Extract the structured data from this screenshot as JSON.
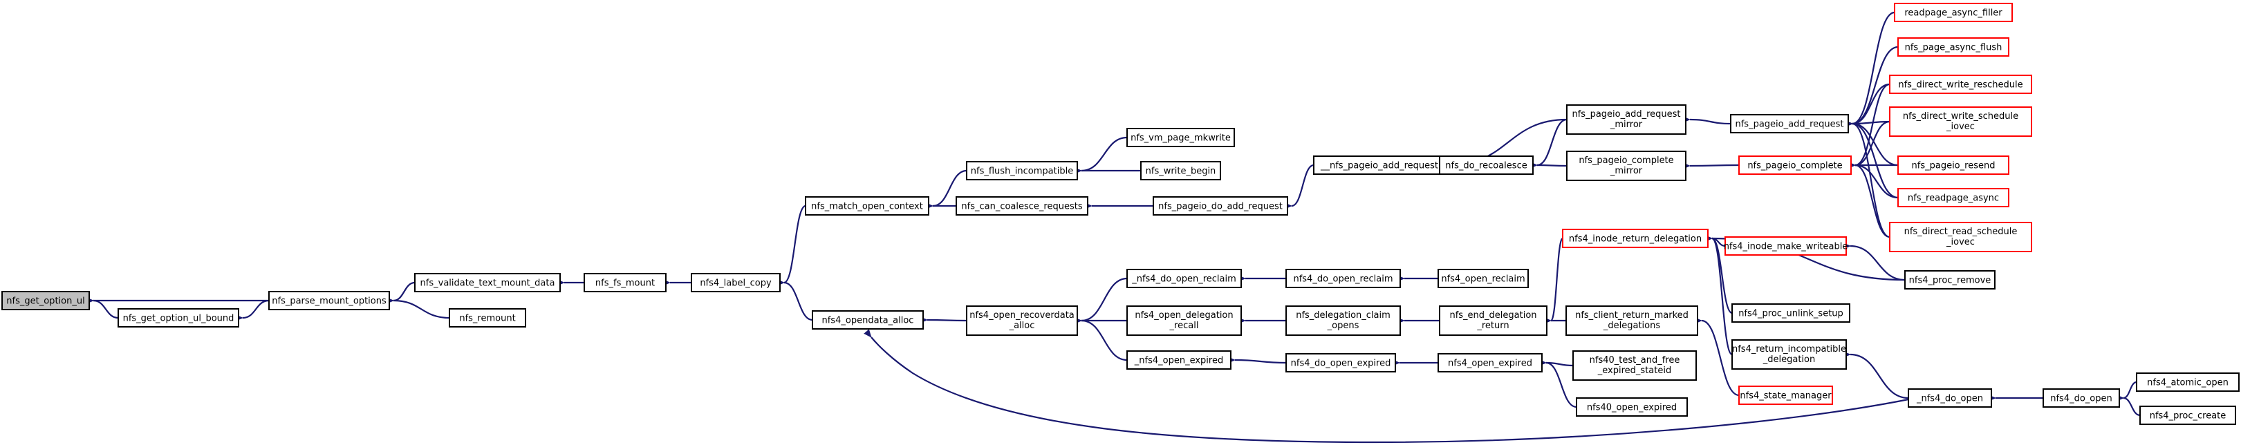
{
  "colors": {
    "edge": "#191970",
    "node_border": "#000000",
    "node_fill": "#ffffff",
    "truncated_border": "#ff0000",
    "focus_fill": "#bfbfbf"
  },
  "nodes": [
    {
      "id": "n0",
      "lines": [
        "nfs_get_option_ul"
      ],
      "style": "focus"
    },
    {
      "id": "n1",
      "lines": [
        "nfs_get_option_ul_bound"
      ],
      "style": "normal"
    },
    {
      "id": "n2",
      "lines": [
        "nfs_parse_mount_options"
      ],
      "style": "normal"
    },
    {
      "id": "n3",
      "lines": [
        "nfs_validate_text_mount_data"
      ],
      "style": "normal"
    },
    {
      "id": "n4",
      "lines": [
        "nfs_remount"
      ],
      "style": "normal"
    },
    {
      "id": "n5",
      "lines": [
        "nfs_fs_mount"
      ],
      "style": "normal"
    },
    {
      "id": "n6",
      "lines": [
        "nfs4_label_copy"
      ],
      "style": "normal"
    },
    {
      "id": "n7",
      "lines": [
        "nfs_match_open_context"
      ],
      "style": "normal"
    },
    {
      "id": "n8",
      "lines": [
        "nfs4_opendata_alloc"
      ],
      "style": "normal"
    },
    {
      "id": "n9",
      "lines": [
        "nfs_flush_incompatible"
      ],
      "style": "normal"
    },
    {
      "id": "n10",
      "lines": [
        "nfs_can_coalesce_requests"
      ],
      "style": "normal"
    },
    {
      "id": "n11",
      "lines": [
        "nfs_vm_page_mkwrite"
      ],
      "style": "normal"
    },
    {
      "id": "n12",
      "lines": [
        "nfs_write_begin"
      ],
      "style": "normal"
    },
    {
      "id": "n13",
      "lines": [
        "nfs_pageio_do_add_request"
      ],
      "style": "normal"
    },
    {
      "id": "n14",
      "lines": [
        "__nfs_pageio_add_request"
      ],
      "style": "normal"
    },
    {
      "id": "n15",
      "lines": [
        "nfs_do_recoalesce"
      ],
      "style": "normal"
    },
    {
      "id": "n16",
      "lines": [
        "nfs_pageio_add_request",
        "_mirror"
      ],
      "style": "normal"
    },
    {
      "id": "n17",
      "lines": [
        "nfs_pageio_complete",
        "_mirror"
      ],
      "style": "normal"
    },
    {
      "id": "n18",
      "lines": [
        "nfs_pageio_add_request"
      ],
      "style": "normal"
    },
    {
      "id": "n19",
      "lines": [
        "nfs_pageio_complete"
      ],
      "style": "truncated"
    },
    {
      "id": "n20",
      "lines": [
        "readpage_async_filler"
      ],
      "style": "truncated"
    },
    {
      "id": "n21",
      "lines": [
        "nfs_page_async_flush"
      ],
      "style": "truncated"
    },
    {
      "id": "n22",
      "lines": [
        "nfs_direct_write_reschedule"
      ],
      "style": "truncated"
    },
    {
      "id": "n23",
      "lines": [
        "nfs_direct_write_schedule",
        "_iovec"
      ],
      "style": "truncated"
    },
    {
      "id": "n24",
      "lines": [
        "nfs_pageio_resend"
      ],
      "style": "truncated"
    },
    {
      "id": "n25",
      "lines": [
        "nfs_readpage_async"
      ],
      "style": "truncated"
    },
    {
      "id": "n26",
      "lines": [
        "nfs_direct_read_schedule",
        "_iovec"
      ],
      "style": "truncated"
    },
    {
      "id": "n27",
      "lines": [
        "nfs4_open_recoverdata",
        "_alloc"
      ],
      "style": "normal"
    },
    {
      "id": "n28",
      "lines": [
        "_nfs4_do_open_reclaim"
      ],
      "style": "normal"
    },
    {
      "id": "n29",
      "lines": [
        "nfs4_open_delegation",
        "_recall"
      ],
      "style": "normal"
    },
    {
      "id": "n30",
      "lines": [
        "_nfs4_open_expired"
      ],
      "style": "normal"
    },
    {
      "id": "n31",
      "lines": [
        "nfs4_do_open_reclaim"
      ],
      "style": "normal"
    },
    {
      "id": "n32",
      "lines": [
        "nfs4_open_reclaim"
      ],
      "style": "normal"
    },
    {
      "id": "n33",
      "lines": [
        "nfs_delegation_claim",
        "_opens"
      ],
      "style": "normal"
    },
    {
      "id": "n34",
      "lines": [
        "nfs4_do_open_expired"
      ],
      "style": "normal"
    },
    {
      "id": "n35",
      "lines": [
        "nfs_end_delegation",
        "_return"
      ],
      "style": "normal"
    },
    {
      "id": "n36",
      "lines": [
        "nfs4_open_expired"
      ],
      "style": "normal"
    },
    {
      "id": "n37",
      "lines": [
        "nfs4_inode_return_delegation"
      ],
      "style": "truncated"
    },
    {
      "id": "n38",
      "lines": [
        "nfs_client_return_marked",
        "_delegations"
      ],
      "style": "normal"
    },
    {
      "id": "n39",
      "lines": [
        "nfs40_test_and_free",
        "_expired_stateid"
      ],
      "style": "normal"
    },
    {
      "id": "n40",
      "lines": [
        "nfs40_open_expired"
      ],
      "style": "normal"
    },
    {
      "id": "n41",
      "lines": [
        "nfs4_inode_make_writeable"
      ],
      "style": "truncated"
    },
    {
      "id": "n42",
      "lines": [
        "nfs4_proc_unlink_setup"
      ],
      "style": "normal"
    },
    {
      "id": "n43",
      "lines": [
        "nfs4_return_incompatible",
        "_delegation"
      ],
      "style": "normal"
    },
    {
      "id": "n44",
      "lines": [
        "nfs4_state_manager"
      ],
      "style": "truncated"
    },
    {
      "id": "n45",
      "lines": [
        "nfs4_proc_remove"
      ],
      "style": "normal"
    },
    {
      "id": "n46",
      "lines": [
        "_nfs4_do_open"
      ],
      "style": "normal"
    },
    {
      "id": "n47",
      "lines": [
        "nfs4_do_open"
      ],
      "style": "normal"
    },
    {
      "id": "n48",
      "lines": [
        "nfs4_atomic_open"
      ],
      "style": "normal"
    },
    {
      "id": "n49",
      "lines": [
        "nfs4_proc_create"
      ],
      "style": "normal"
    }
  ],
  "edges": [
    [
      "n0",
      "n1"
    ],
    [
      "n0",
      "n2"
    ],
    [
      "n1",
      "n2"
    ],
    [
      "n2",
      "n3"
    ],
    [
      "n2",
      "n4"
    ],
    [
      "n3",
      "n5"
    ],
    [
      "n5",
      "n6"
    ],
    [
      "n6",
      "n7"
    ],
    [
      "n6",
      "n8"
    ],
    [
      "n7",
      "n9"
    ],
    [
      "n7",
      "n10"
    ],
    [
      "n9",
      "n11"
    ],
    [
      "n9",
      "n12"
    ],
    [
      "n10",
      "n13"
    ],
    [
      "n13",
      "n14"
    ],
    [
      "n14",
      "n15"
    ],
    [
      "n14",
      "n16"
    ],
    [
      "n15",
      "n16"
    ],
    [
      "n15",
      "n17"
    ],
    [
      "n16",
      "n18"
    ],
    [
      "n17",
      "n19"
    ],
    [
      "n18",
      "n20"
    ],
    [
      "n18",
      "n21"
    ],
    [
      "n18",
      "n22"
    ],
    [
      "n18",
      "n23"
    ],
    [
      "n18",
      "n24"
    ],
    [
      "n18",
      "n25"
    ],
    [
      "n18",
      "n26"
    ],
    [
      "n19",
      "n22"
    ],
    [
      "n19",
      "n23"
    ],
    [
      "n19",
      "n24"
    ],
    [
      "n19",
      "n25"
    ],
    [
      "n19",
      "n26"
    ],
    [
      "n8",
      "n27"
    ],
    [
      "n8",
      "n46"
    ],
    [
      "n27",
      "n28"
    ],
    [
      "n27",
      "n29"
    ],
    [
      "n27",
      "n30"
    ],
    [
      "n28",
      "n31"
    ],
    [
      "n31",
      "n32"
    ],
    [
      "n29",
      "n33"
    ],
    [
      "n33",
      "n35"
    ],
    [
      "n30",
      "n34"
    ],
    [
      "n34",
      "n36"
    ],
    [
      "n35",
      "n37"
    ],
    [
      "n35",
      "n38"
    ],
    [
      "n36",
      "n39"
    ],
    [
      "n36",
      "n40"
    ],
    [
      "n37",
      "n41"
    ],
    [
      "n37",
      "n42"
    ],
    [
      "n37",
      "n43"
    ],
    [
      "n37",
      "n45"
    ],
    [
      "n38",
      "n44"
    ],
    [
      "n41",
      "n45"
    ],
    [
      "n43",
      "n46"
    ],
    [
      "n46",
      "n47"
    ],
    [
      "n47",
      "n48"
    ],
    [
      "n47",
      "n49"
    ]
  ]
}
